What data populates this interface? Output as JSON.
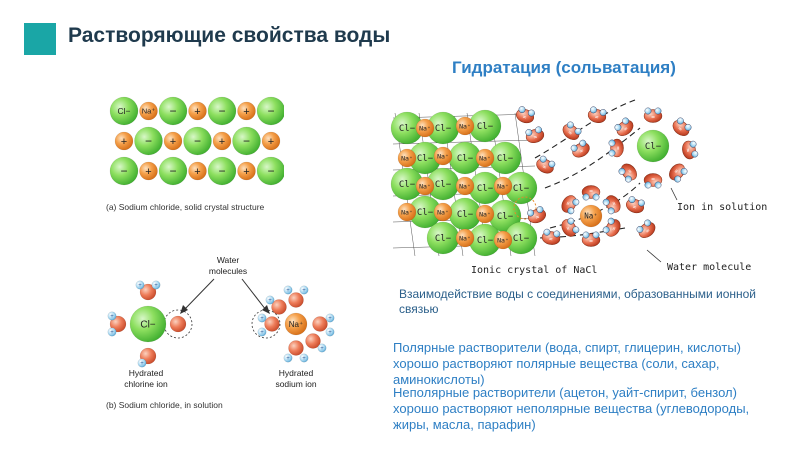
{
  "header": {
    "title": "Растворяющие свойства воды",
    "accent_color": "#1aa6a6"
  },
  "subtitle": "Гидратация (сольватация)",
  "figure_a": {
    "caption": "(a) Sodium chloride, solid crystal structure",
    "cl_label": "Cl−",
    "na_label": "Na⁺",
    "plus": "+",
    "minus": "−"
  },
  "figure_b": {
    "water_label_line1": "Water",
    "water_label_line2": "molecules",
    "chlorine_label_line1": "Hydrated",
    "chlorine_label_line2": "chlorine ion",
    "sodium_label_line1": "Hydrated",
    "sodium_label_line2": "sodium ion",
    "caption": "(b) Sodium chloride, in solution",
    "cl_label": "Cl−",
    "na_label": "Na⁺"
  },
  "figure_c": {
    "ionic_crystal_label": "Ionic crystal of NaCl",
    "ion_in_solution_label": "Ion in solution",
    "water_molecule_label": "Water molecule",
    "cl_label": "Cl−",
    "na_label": "Na⁺"
  },
  "caption_ionic": "Взаимодействие воды с соединениями, образованными ионной связью",
  "polar_text": "Полярные растворители (вода, спирт, глицерин, кислоты) хорошо растворяют полярные вещества (соли, сахар, аминокислоты)",
  "nonpolar_text": "Неполярные растворители (ацетон, уайт-спирит, бензол) хорошо растворяют неполярные вещества (углеводороды, жиры, масла, парафин)",
  "colors": {
    "chlorine_green": "#7ed957",
    "sodium_orange": "#f39a3e",
    "title_dark": "#1f3a4d",
    "blue_text": "#2e7fc4"
  }
}
